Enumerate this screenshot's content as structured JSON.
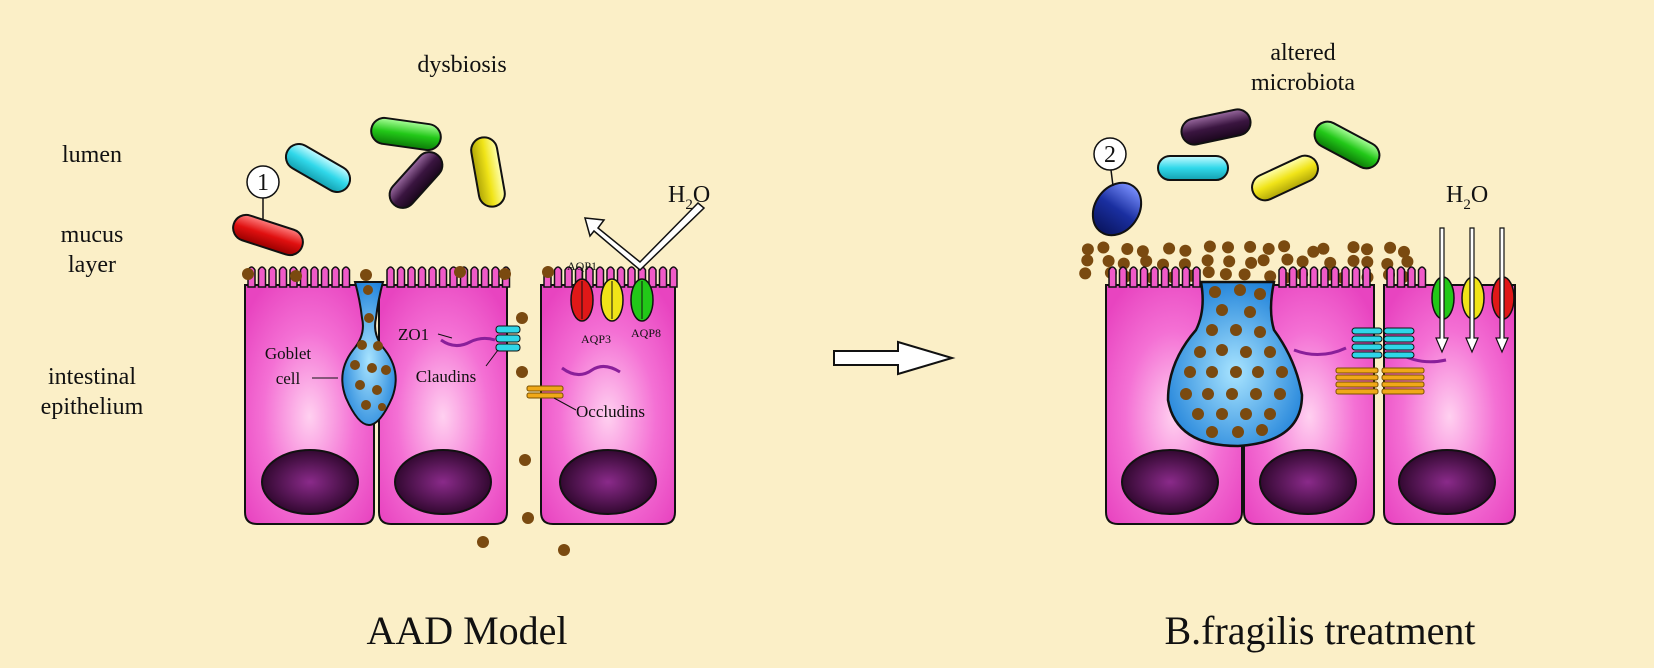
{
  "side_labels": {
    "lumen": "lumen",
    "mucus_line1": "mucus",
    "mucus_line2": "layer",
    "epi_line1": "intestinal",
    "epi_line2": "epithelium"
  },
  "left_panel": {
    "title": "AAD Model",
    "state_label": "dysbiosis",
    "marker": "1",
    "goblet_line1": "Goblet",
    "goblet_line2": "cell",
    "zo1": "ZO1",
    "claudins": "Claudins",
    "occludins": "Occludins",
    "aqp1": "AQP1",
    "aqp3": "AQP3",
    "aqp8": "AQP8",
    "water": "H",
    "water_sub": "2",
    "water_o": "O"
  },
  "right_panel": {
    "title": "B.fragilis treatment",
    "state_line1": "altered",
    "state_line2": "microbiota",
    "marker": "2",
    "water": "H",
    "water_sub": "2",
    "water_o": "O"
  },
  "colors": {
    "background": "#fbefc7",
    "cell": "#f05ac8",
    "nucleus": "#3a0a3a",
    "goblet": "#2b8ee0",
    "mucin": "#7a4a10",
    "bacteria_red": "#e01818",
    "bacteria_cyan": "#2fd6e8",
    "bacteria_green": "#22c818",
    "bacteria_purple": "#3a1540",
    "bacteria_yellow": "#f0e418",
    "bacteria_blue": "#1a2fa0"
  }
}
